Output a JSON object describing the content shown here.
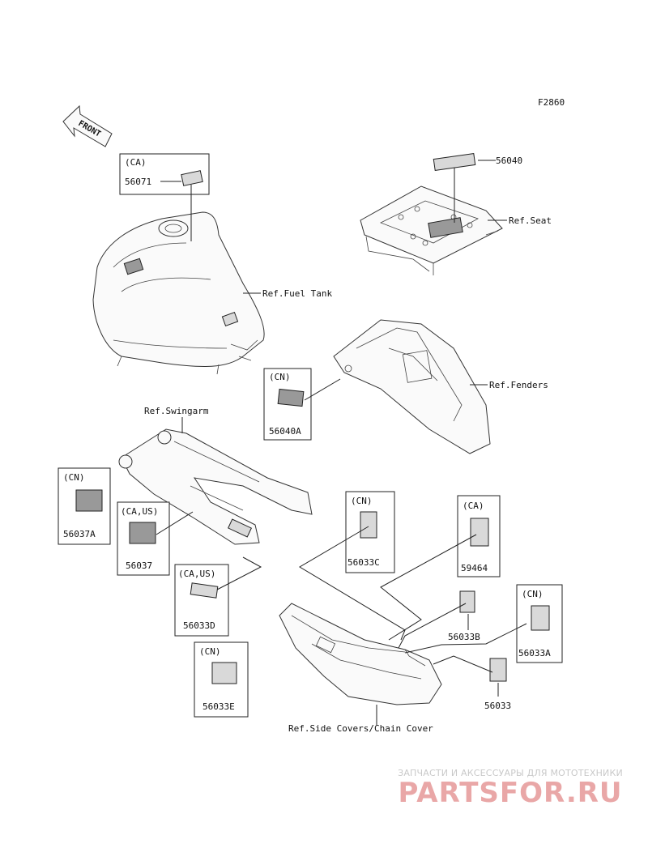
{
  "figure_code": "F2860",
  "front_arrow": "FRONT",
  "refs": {
    "fuel_tank": "Ref.Fuel Tank",
    "seat": "Ref.Seat",
    "fenders": "Ref.Fenders",
    "swingarm": "Ref.Swingarm",
    "side_covers": "Ref.Side Covers/Chain Cover"
  },
  "callouts": [
    {
      "region": "(CA)",
      "part": "56071"
    },
    {
      "region": "",
      "part": "56040"
    },
    {
      "region": "(CN)",
      "part": "56040A"
    },
    {
      "region": "(CN)",
      "part": "56037A"
    },
    {
      "region": "(CA,US)",
      "part": "56037"
    },
    {
      "region": "(CA,US)",
      "part": "56033D"
    },
    {
      "region": "(CN)",
      "part": "56033E"
    },
    {
      "region": "(CN)",
      "part": "56033C"
    },
    {
      "region": "(CA)",
      "part": "59464"
    },
    {
      "region": "",
      "part": "56033B"
    },
    {
      "region": "(CN)",
      "part": "56033A"
    },
    {
      "region": "",
      "part": "56033"
    }
  ],
  "watermark": {
    "caption": "ЗАПЧАСТИ И АКСЕССУАРЫ ДЛЯ МОТОТЕХНИКИ",
    "brand": "PARTSFOR.RU"
  }
}
